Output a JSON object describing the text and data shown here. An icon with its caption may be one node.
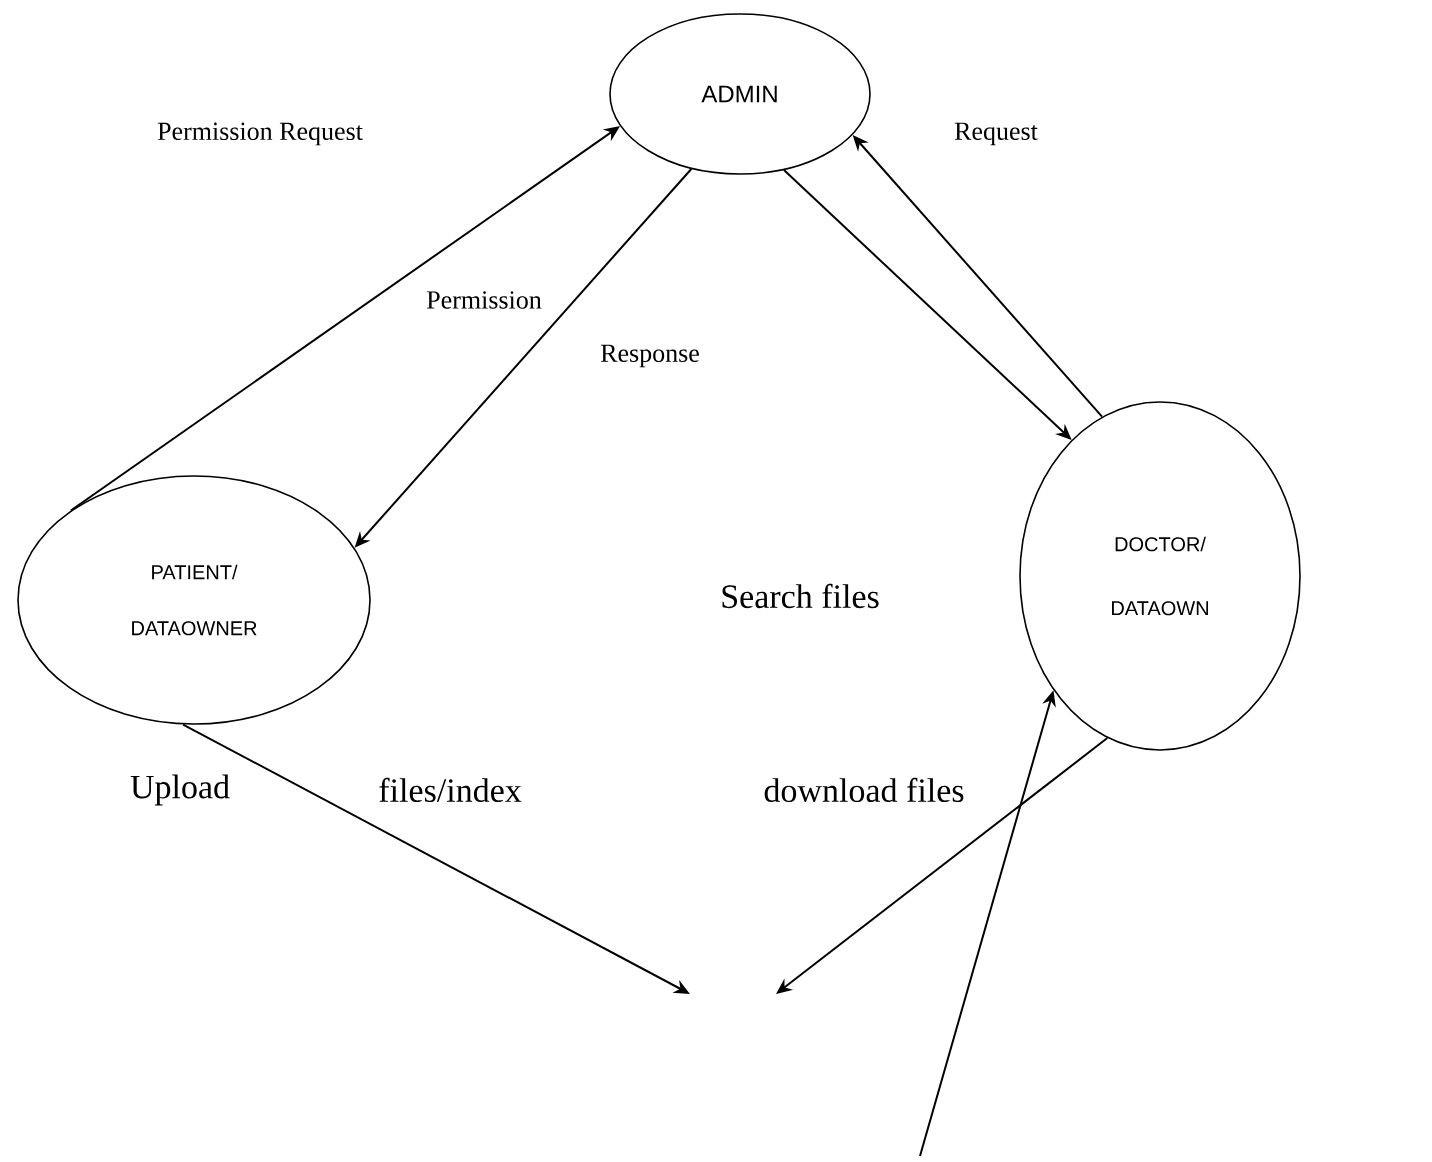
{
  "diagram": {
    "nodes": [
      {
        "text": [
          "ADMIN"
        ]
      },
      {
        "text": [
          "PATIENT/ DATAOWNER"
        ]
      },
      {
        "text": [
          "DOCTOR/ DATAOWN"
        ]
      }
    ],
    "edges": [
      {
        "from": 1,
        "to": 0,
        "arrow": "to"
      },
      {
        "from": 0,
        "to": 1,
        "arrow": "to"
      },
      {
        "from": 0,
        "to": 2,
        "arrow": "to"
      },
      {
        "from": 2,
        "to": 0,
        "arrow": "to"
      },
      {
        "from": 1,
        "to": null,
        "arrow": "to"
      },
      {
        "from": 2,
        "to": null,
        "arrow": "to"
      },
      {
        "from": null,
        "to": 2,
        "arrow": "to"
      }
    ],
    "labels": [
      "Permission Request",
      "Request",
      "Permission",
      "Response",
      "Search files",
      "Upload",
      "files/index",
      "download files"
    ]
  }
}
